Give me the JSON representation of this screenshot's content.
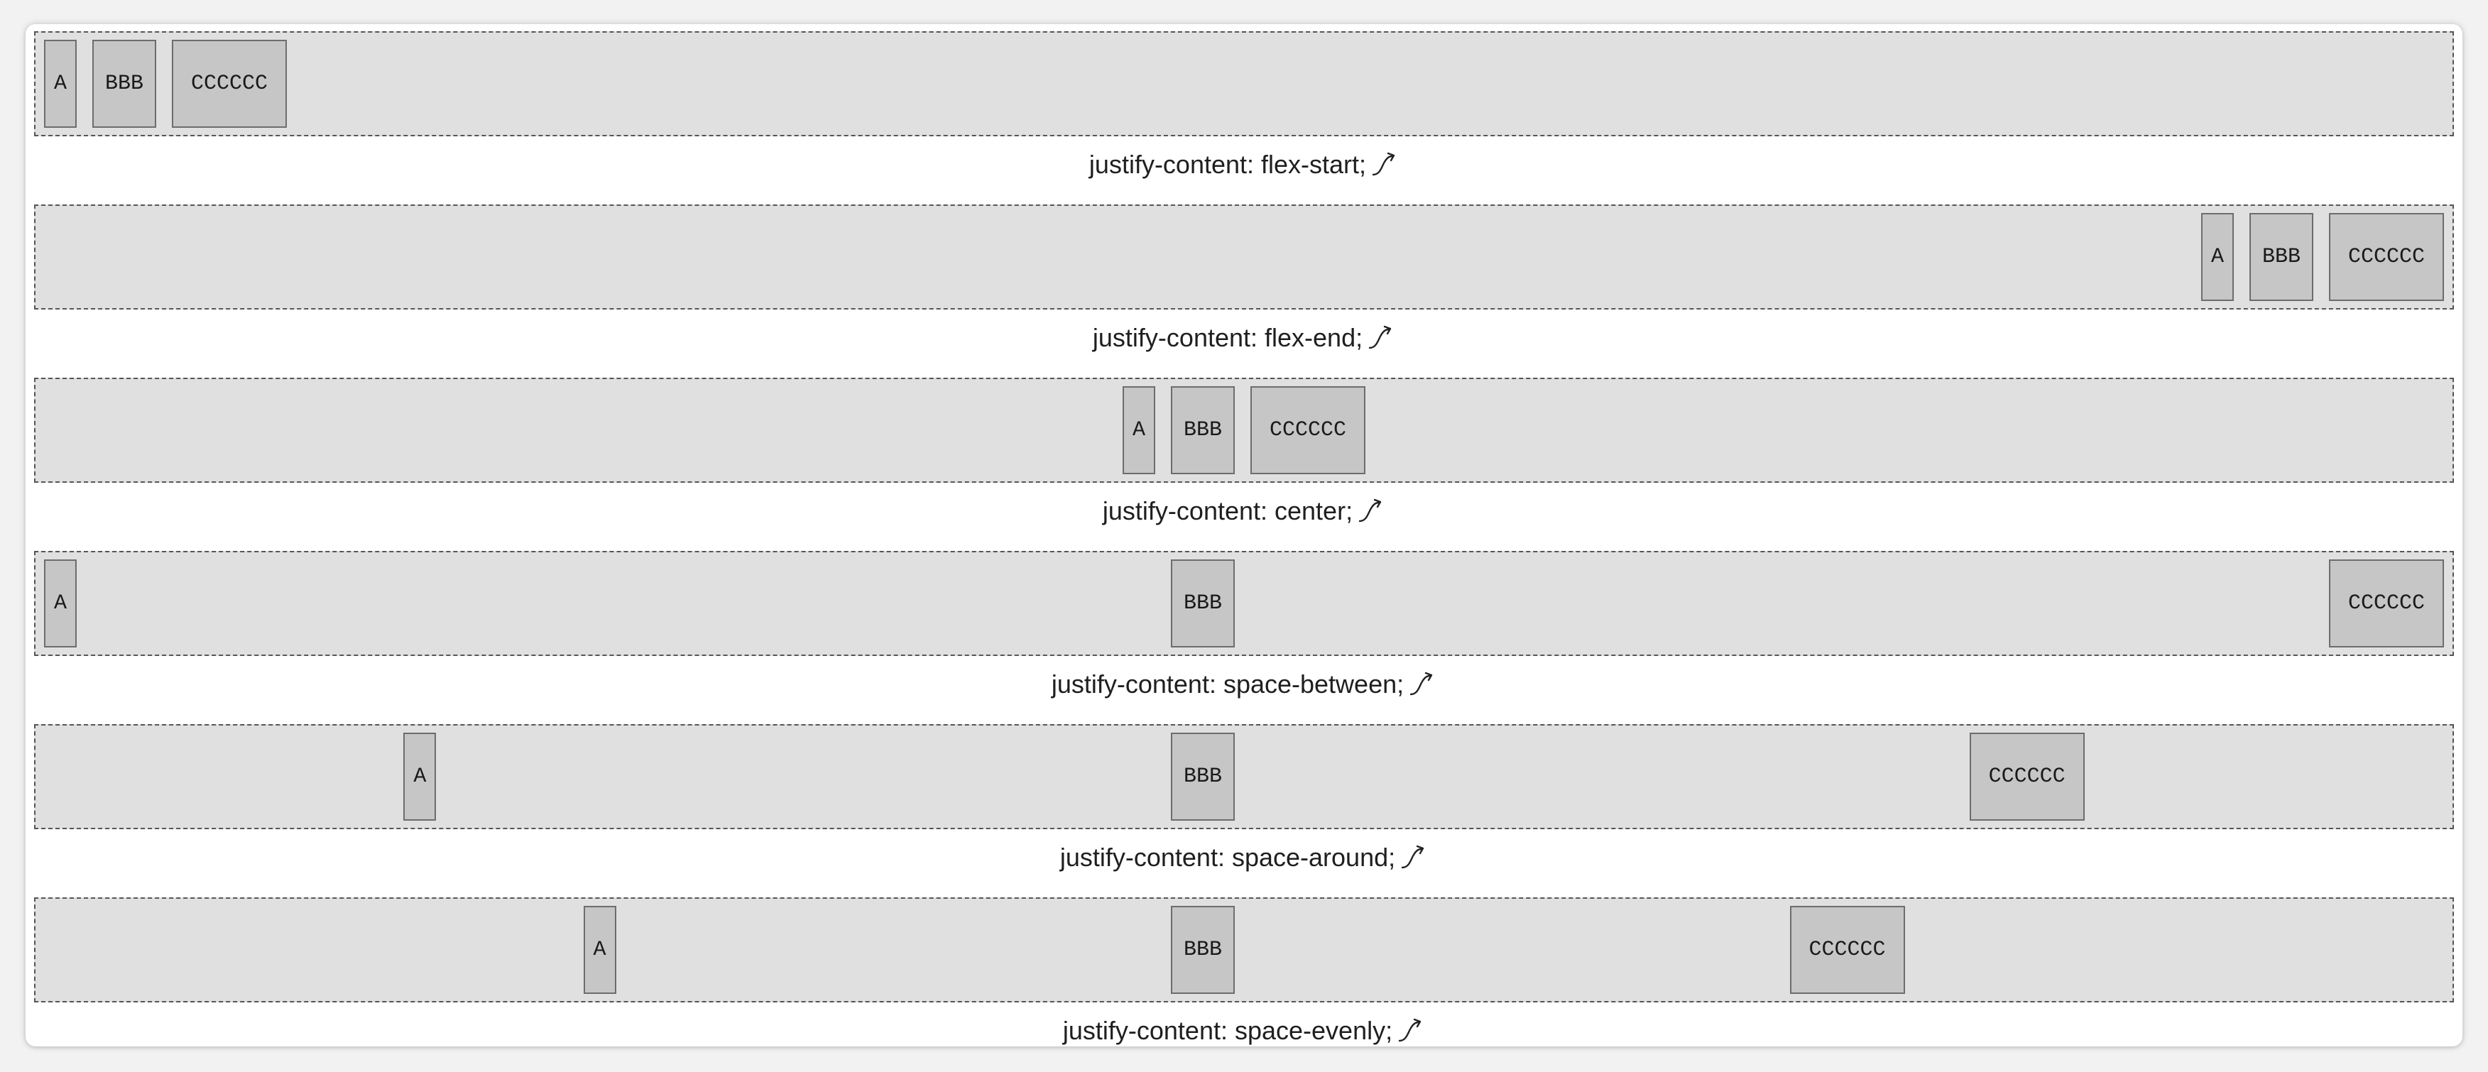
{
  "rows": [
    {
      "justify": "flex-start",
      "caption": "justify-content: flex-start;",
      "items": [
        "A",
        "BBB",
        "CCCCCC"
      ]
    },
    {
      "justify": "flex-end",
      "caption": "justify-content: flex-end;",
      "items": [
        "A",
        "BBB",
        "CCCCCC"
      ]
    },
    {
      "justify": "center",
      "caption": "justify-content: center;",
      "items": [
        "A",
        "BBB",
        "CCCCCC"
      ]
    },
    {
      "justify": "space-between",
      "caption": "justify-content: space-between;",
      "items": [
        "A",
        "BBB",
        "CCCCCC"
      ]
    },
    {
      "justify": "space-around",
      "caption": "justify-content: space-around;",
      "items": [
        "A",
        "BBB",
        "CCCCCC"
      ]
    },
    {
      "justify": "space-evenly",
      "caption": "justify-content: space-evenly;",
      "items": [
        "A",
        "BBB",
        "CCCCCC"
      ]
    }
  ],
  "icons": {
    "caption_link": "curved-arrow-icon"
  },
  "colors": {
    "container_bg": "#e0e0e0",
    "item_bg": "#c6c6c6",
    "item_border": "#6d6d6d",
    "page_bg": "#ffffff"
  }
}
